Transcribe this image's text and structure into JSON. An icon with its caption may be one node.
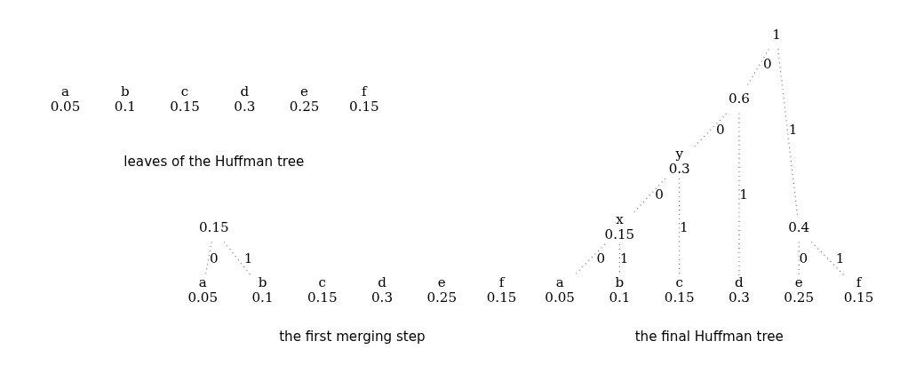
{
  "diagram": {
    "nodes": [
      {
        "text": [
          "a",
          "0.05"
        ]
      },
      {
        "text": [
          "b",
          "0.1"
        ]
      },
      {
        "text": [
          "c",
          "0.15"
        ]
      },
      {
        "text": [
          "d",
          "0.3"
        ]
      },
      {
        "text": [
          "e",
          "0.25"
        ]
      },
      {
        "text": [
          "f",
          "0.15"
        ]
      },
      {
        "text": [
          "0.15"
        ]
      },
      {
        "text": [
          "a",
          "0.05"
        ]
      },
      {
        "text": [
          "b",
          "0.1"
        ]
      },
      {
        "text": [
          "c",
          "0.15"
        ]
      },
      {
        "text": [
          "d",
          "0.3"
        ]
      },
      {
        "text": [
          "e",
          "0.25"
        ]
      },
      {
        "text": [
          "f",
          "0.15"
        ]
      },
      {
        "text": [
          "1"
        ]
      },
      {
        "text": [
          "0.6"
        ]
      },
      {
        "text": [
          "y",
          "0.3"
        ]
      },
      {
        "text": [
          "x",
          "0.15"
        ]
      },
      {
        "text": [
          "0.4"
        ]
      },
      {
        "text": [
          "a",
          "0.05"
        ]
      },
      {
        "text": [
          "b",
          "0.1"
        ]
      },
      {
        "text": [
          "c",
          "0.15"
        ]
      },
      {
        "text": [
          "d",
          "0.3"
        ]
      },
      {
        "text": [
          "e",
          "0.25"
        ]
      },
      {
        "text": [
          "f",
          "0.15"
        ]
      }
    ],
    "edges": [
      {
        "from": 6,
        "to": 7,
        "arrow": "none",
        "label": "0"
      },
      {
        "from": 6,
        "to": 8,
        "arrow": "none",
        "label": "1"
      },
      {
        "from": 13,
        "to": 14,
        "arrow": "none",
        "label": "0"
      },
      {
        "from": 13,
        "to": 17,
        "arrow": "none",
        "label": "1"
      },
      {
        "from": 14,
        "to": 15,
        "arrow": "none",
        "label": "0"
      },
      {
        "from": 14,
        "to": 21,
        "arrow": "none",
        "label": "1"
      },
      {
        "from": 15,
        "to": 16,
        "arrow": "none",
        "label": "0"
      },
      {
        "from": 15,
        "to": 20,
        "arrow": "none",
        "label": "1"
      },
      {
        "from": 16,
        "to": 18,
        "arrow": "none",
        "label": "0"
      },
      {
        "from": 16,
        "to": 19,
        "arrow": "none",
        "label": "1"
      },
      {
        "from": 17,
        "to": 22,
        "arrow": "none",
        "label": "0"
      },
      {
        "from": 17,
        "to": 23,
        "arrow": "none",
        "label": "1"
      }
    ],
    "labels": [
      "leaves of the Huffman tree",
      "the first merging step",
      "the final Huffman tree"
    ]
  }
}
